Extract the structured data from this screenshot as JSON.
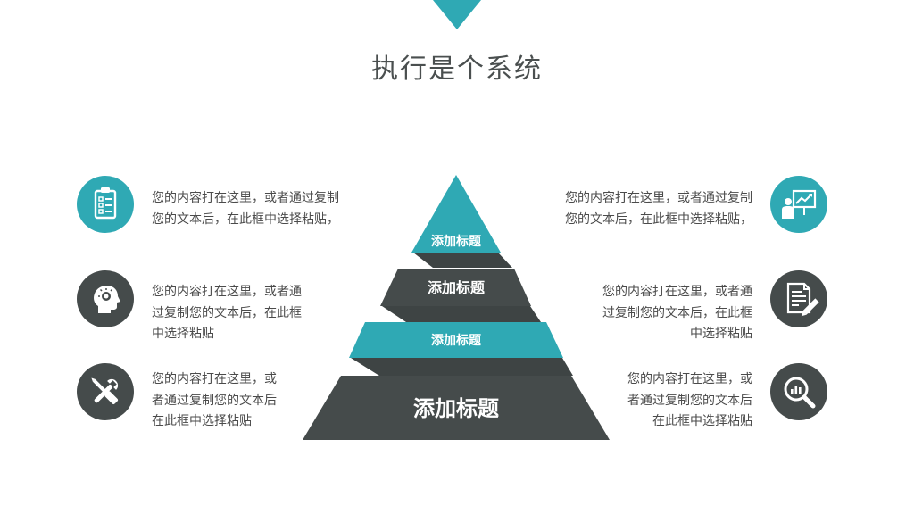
{
  "title": "执行是个系统",
  "colors": {
    "teal": "#2fa9b4",
    "dark": "#454b4b",
    "dark_band": "#3e4444",
    "text": "#4b4b4b"
  },
  "pyramid": {
    "levels": [
      {
        "label": "添加标题"
      },
      {
        "label": "添加标题"
      },
      {
        "label": "添加标题"
      },
      {
        "label": "添加标题"
      }
    ]
  },
  "items": {
    "left_1": {
      "icon": "clipboard-checklist-icon",
      "lines": [
        "您的内容打在这里，或者通过复制",
        "您的文本后，在此框中选择粘贴，"
      ]
    },
    "left_2": {
      "icon": "head-idea-icon",
      "lines": [
        "您的内容打在这里，或者通",
        "过复制您的文本后，在此框",
        "中选择粘贴"
      ]
    },
    "left_3": {
      "icon": "wrench-screwdriver-icon",
      "lines": [
        "您的内容打在这里，或",
        "者通过复制您的文本后",
        "在此框中选择粘贴"
      ]
    },
    "right_1": {
      "icon": "presentation-chart-icon",
      "lines": [
        "您的内容打在这里，或者通过复制",
        "您的文本后，在此框中选择粘贴，"
      ]
    },
    "right_2": {
      "icon": "document-pen-icon",
      "lines": [
        "您的内容打在这里，或者通",
        "过复制您的文本后，在此框",
        "中选择粘贴"
      ]
    },
    "right_3": {
      "icon": "magnifier-chart-icon",
      "lines": [
        "您的内容打在这里，或",
        "者通过复制您的文本后",
        "在此框中选择粘贴"
      ]
    }
  }
}
